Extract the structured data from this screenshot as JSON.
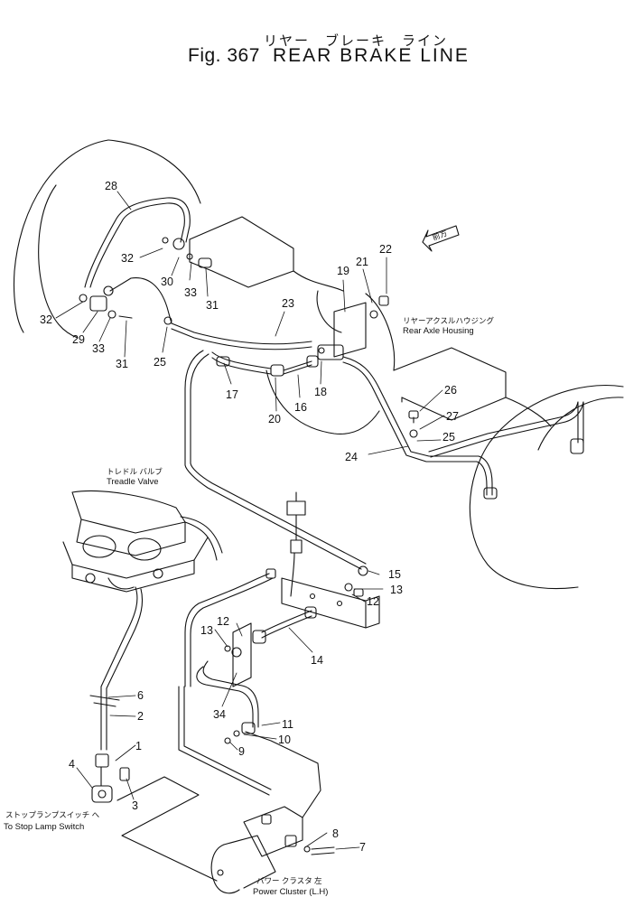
{
  "title": {
    "japanese": "リヤー　ブレーキ　ライン",
    "figure": "Fig. 367",
    "english": "REAR BRAKE LINE"
  },
  "labels": {
    "rear_axle_jp": "リヤーアクスルハウジング",
    "rear_axle_en": "Rear Axle Housing",
    "treadle_jp": "トレドル バルブ",
    "treadle_en": "Treadle Valve",
    "stop_lamp_jp": "ストップランプスイッチ へ",
    "stop_lamp_en": "To Stop Lamp Switch",
    "power_cluster_jp": "パワー クラスタ 左",
    "power_cluster_en": "Power Cluster (L.H)",
    "arrow_mark": "前方"
  },
  "callouts": [
    {
      "n": "28"
    },
    {
      "n": "32"
    },
    {
      "n": "30"
    },
    {
      "n": "33"
    },
    {
      "n": "31"
    },
    {
      "n": "32"
    },
    {
      "n": "29"
    },
    {
      "n": "33"
    },
    {
      "n": "31"
    },
    {
      "n": "25"
    },
    {
      "n": "23"
    },
    {
      "n": "17"
    },
    {
      "n": "20"
    },
    {
      "n": "16"
    },
    {
      "n": "18"
    },
    {
      "n": "19"
    },
    {
      "n": "21"
    },
    {
      "n": "22"
    },
    {
      "n": "26"
    },
    {
      "n": "27"
    },
    {
      "n": "25"
    },
    {
      "n": "24"
    },
    {
      "n": "15"
    },
    {
      "n": "13"
    },
    {
      "n": "12"
    },
    {
      "n": "12"
    },
    {
      "n": "13"
    },
    {
      "n": "14"
    },
    {
      "n": "34"
    },
    {
      "n": "11"
    },
    {
      "n": "10"
    },
    {
      "n": "9"
    },
    {
      "n": "6"
    },
    {
      "n": "2"
    },
    {
      "n": "1"
    },
    {
      "n": "4"
    },
    {
      "n": "3"
    },
    {
      "n": "8"
    },
    {
      "n": "7"
    }
  ]
}
